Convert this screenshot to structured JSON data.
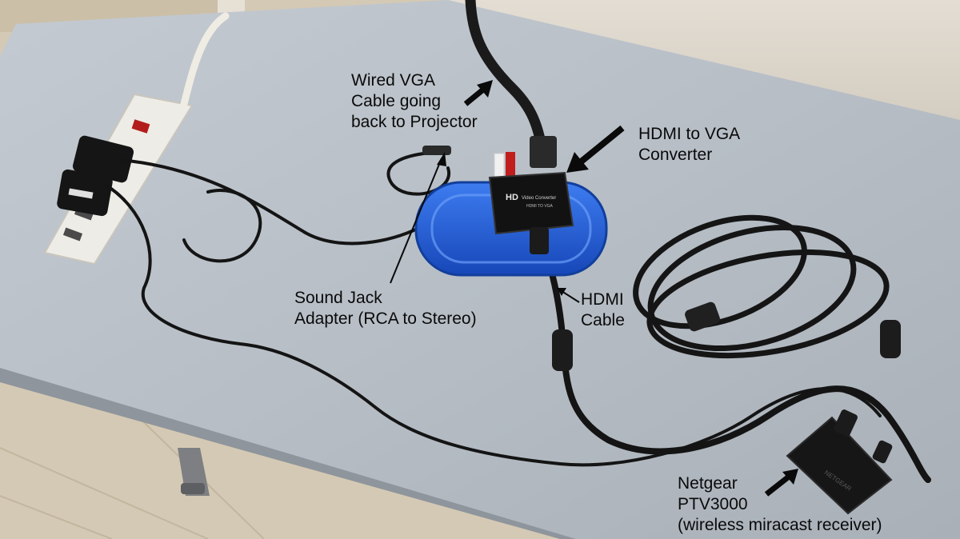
{
  "annotations": {
    "vga_cable": {
      "lines": [
        "Wired VGA",
        "Cable going",
        "back to Projector"
      ]
    },
    "hdmi_vga_converter": {
      "lines": [
        "HDMI to VGA",
        "Converter"
      ]
    },
    "sound_jack": {
      "lines": [
        "Sound Jack",
        "Adapter (RCA to Stereo)"
      ]
    },
    "hdmi_cable": {
      "lines": [
        "HDMI",
        "Cable"
      ]
    },
    "netgear": {
      "lines": [
        "Netgear",
        "PTV3000",
        "(wireless miracast receiver)"
      ]
    }
  },
  "device_text": {
    "converter_logo": "HD",
    "converter_name": "Video Converter",
    "converter_sub": "HDMI TO VGA",
    "receiver_brand": "NETGEAR"
  },
  "colors": {
    "table": "#b9c0c8",
    "floor": "#d6cbb6",
    "wall": "#d9d4cb",
    "case_blue": "#1f5fd6",
    "cable": "#141414",
    "white_cable": "#ece9e2"
  }
}
